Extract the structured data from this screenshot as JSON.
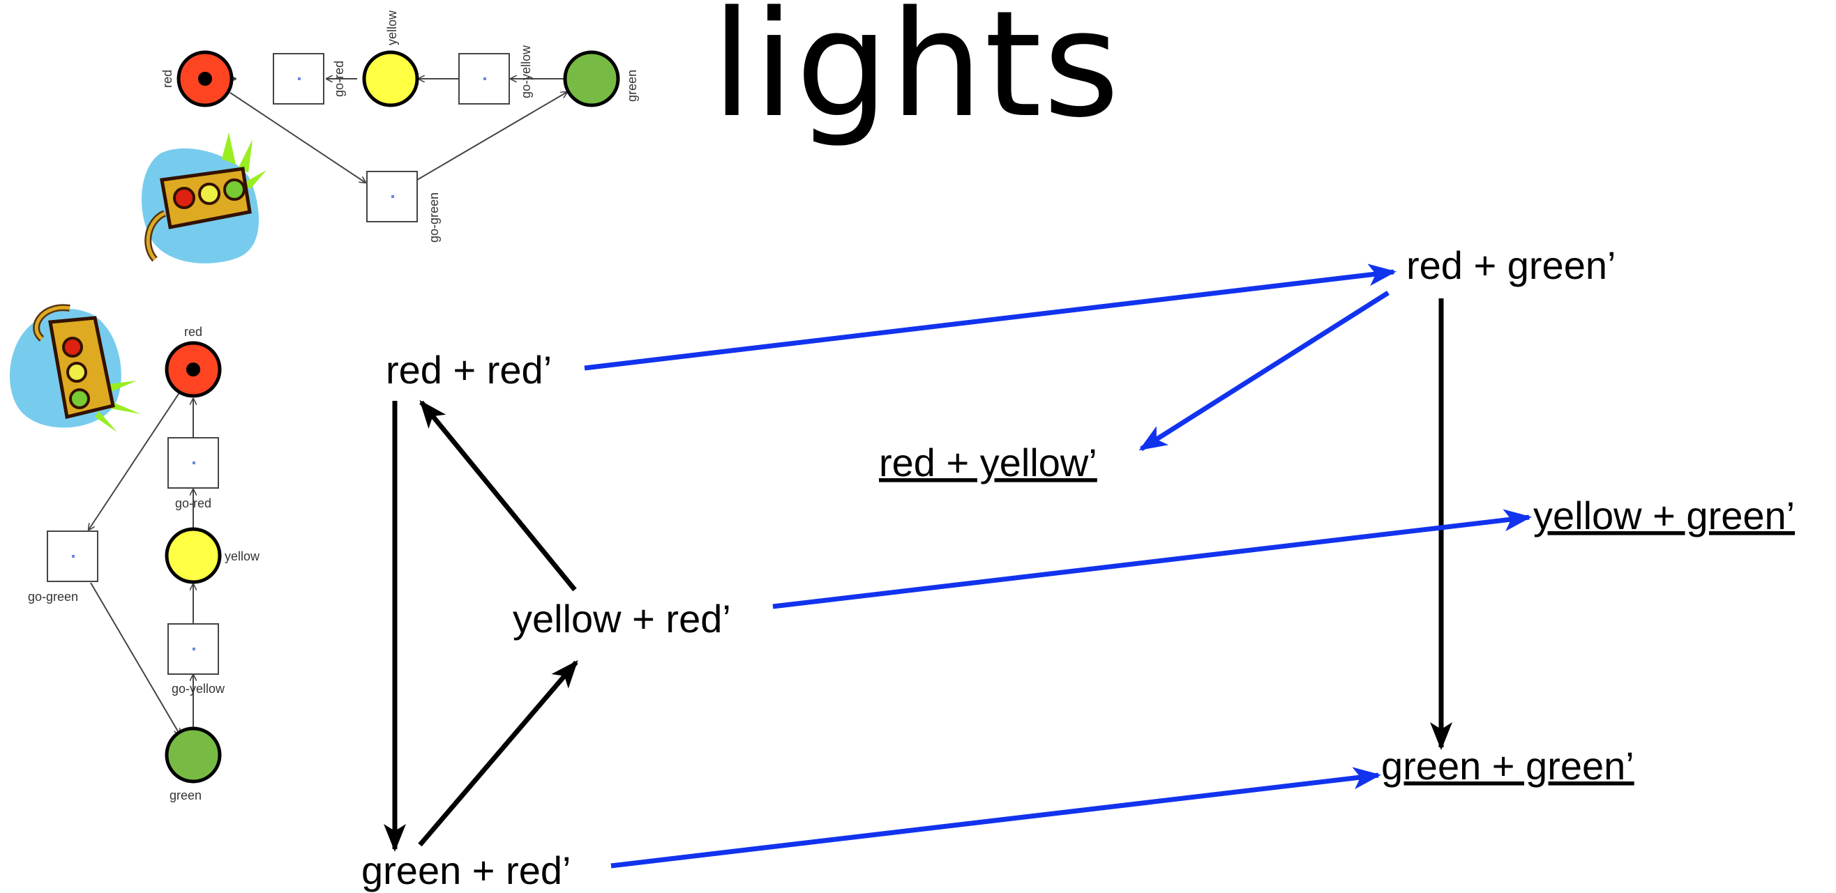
{
  "title": "lights",
  "net_top": {
    "places": {
      "red": "red",
      "yellow": "yellow",
      "green": "green"
    },
    "transitions": {
      "go_red": "go-red",
      "go_yellow": "go-yellow",
      "go_green": "go-green"
    }
  },
  "net_left": {
    "places": {
      "red": "red",
      "yellow": "yellow",
      "green": "green"
    },
    "transitions": {
      "go_red": "go-red",
      "go_yellow": "go-yellow",
      "go_green": "go-green"
    }
  },
  "states": {
    "red_red": "red + red’",
    "yellow_red": "yellow + red’",
    "green_red": "green + red’",
    "red_green": "red + green’",
    "red_yellow": "red + yellow’",
    "yellow_green": "yellow + green’",
    "green_green": "green + green’"
  },
  "colors": {
    "red": "#ff4422",
    "yellow": "#ffff44",
    "green": "#77bb44",
    "arrow_black": "#000000",
    "arrow_blue": "#1133ee"
  }
}
